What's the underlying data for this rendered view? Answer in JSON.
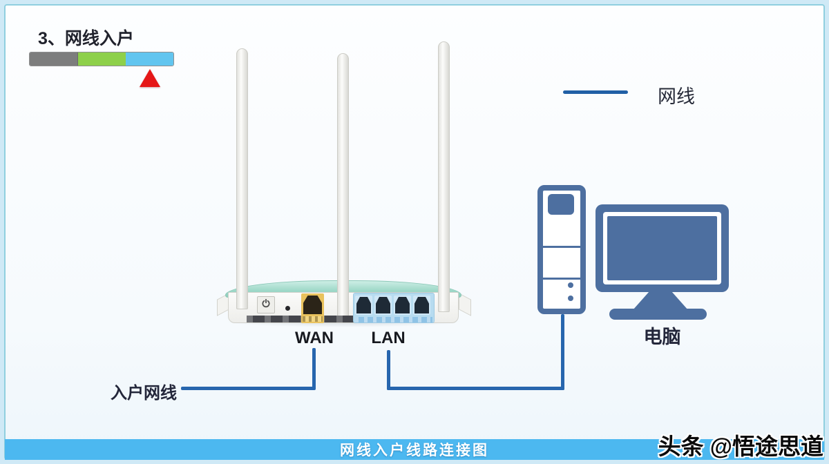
{
  "page": {
    "title": "3、网线入户",
    "footer_caption": "网线入户线路连接图",
    "watermark": "头条 @悟途思道"
  },
  "progress_bar": {
    "segments": [
      {
        "color": "#7d7d7d"
      },
      {
        "color": "#8ed04a"
      },
      {
        "color": "#62c5ef"
      }
    ],
    "pointer_color": "#e51717"
  },
  "legend": {
    "label": "网线",
    "line_color": "#2160a5"
  },
  "router": {
    "wan_label": "WAN",
    "lan_label": "LAN",
    "antenna_count": 3,
    "lan_port_count": 4,
    "wan_port_color": "#e9c25d",
    "lan_section_color": "#b7dcf0",
    "top_color": "#9ed8c8"
  },
  "computer": {
    "label": "电脑",
    "color": "#4d6fa0"
  },
  "cables": {
    "incoming_label": "入户网线",
    "color": "#2766ae",
    "connections": [
      {
        "from": "入户网线",
        "to": "WAN"
      },
      {
        "from": "LAN",
        "to": "电脑"
      }
    ]
  }
}
